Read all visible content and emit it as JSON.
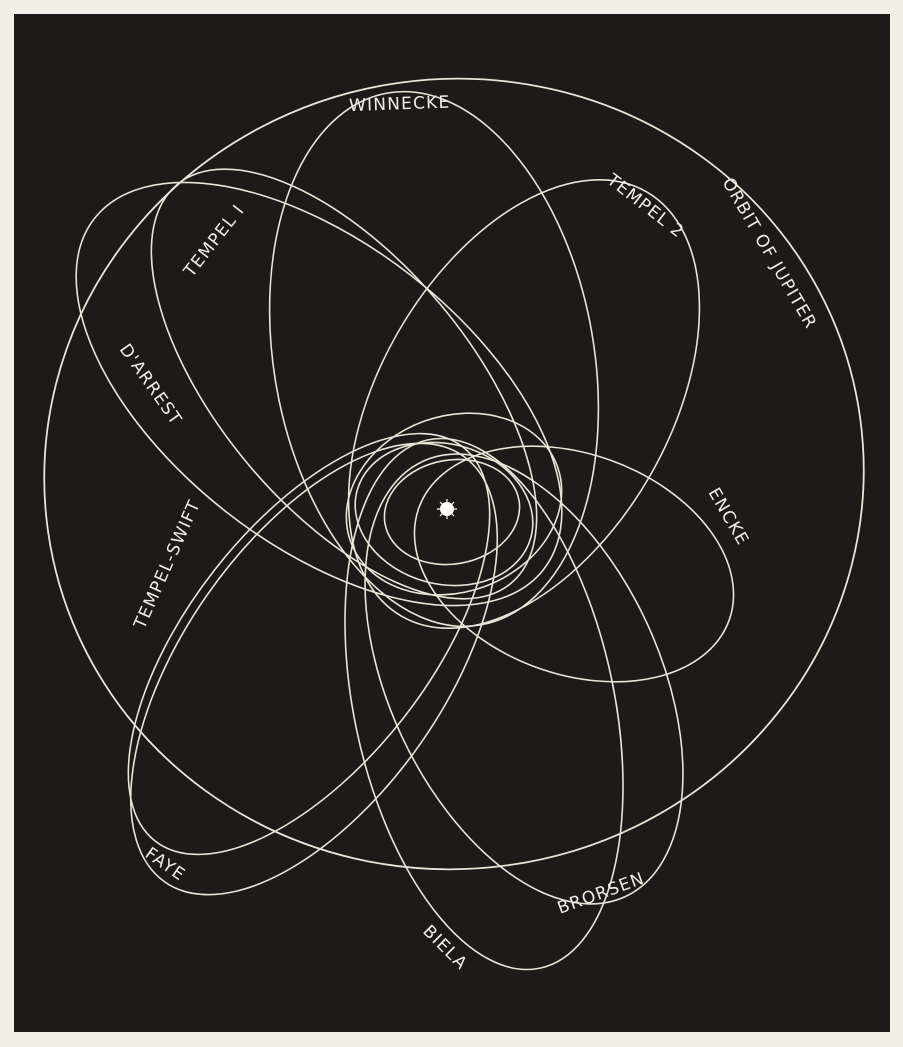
{
  "labels": {
    "jupiter": "ORBIT OF JUPITER",
    "winnecke": "WINNECKE",
    "tempel1": "TEMPEL I",
    "tempel2": "TEMPEL 2",
    "darrest": "D'ARREST",
    "encke": "ENCKE",
    "tempel_swift": "TEMPEL-SWIFT",
    "faye": "FAYE",
    "biela": "BIELA",
    "brorsen": "BRORSEN"
  },
  "colors": {
    "page": "#f1efe6",
    "plate": "#1d1a17",
    "orbit_line": "#e9e5d7",
    "label": "#f1eee3"
  }
}
